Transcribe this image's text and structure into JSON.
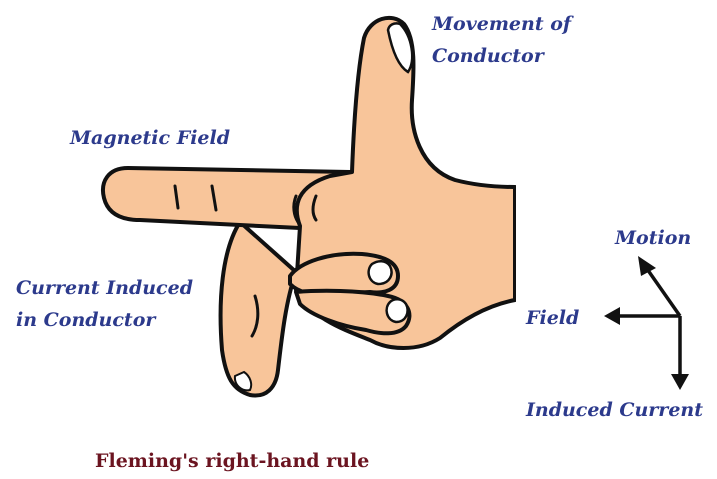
{
  "hand": {
    "thumb_label_line1": "Movement of",
    "thumb_label_line2": "Conductor",
    "index_label": "Magnetic Field",
    "middle_label_line1": "Current Induced",
    "middle_label_line2": "in Conductor"
  },
  "axes": {
    "motion_label": "Motion",
    "field_label": "Field",
    "current_label": "Induced Current"
  },
  "caption": "Fleming's right-hand rule",
  "colors": {
    "skin": "#f8c59a",
    "outline": "#111111",
    "label": "#2c3a8c",
    "caption": "#6b1420"
  }
}
